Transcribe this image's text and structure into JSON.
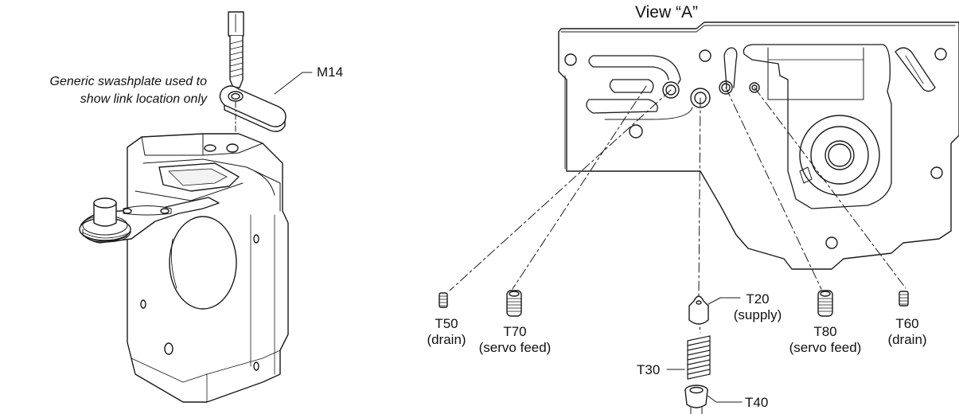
{
  "note": {
    "line1": "Generic swashplate used to",
    "line2": "show link location only"
  },
  "view_title": "View “A”",
  "callouts": {
    "m14": "M14",
    "t50": {
      "code": "T50",
      "desc": "(drain)"
    },
    "t70": {
      "code": "T70",
      "desc": "(servo feed)"
    },
    "t20": {
      "code": "T20",
      "desc": "(supply)"
    },
    "t80": {
      "code": "T80",
      "desc": "(servo feed)"
    },
    "t60": {
      "code": "T60",
      "desc": "(drain)"
    },
    "t30": "T30",
    "t40": "T40"
  }
}
